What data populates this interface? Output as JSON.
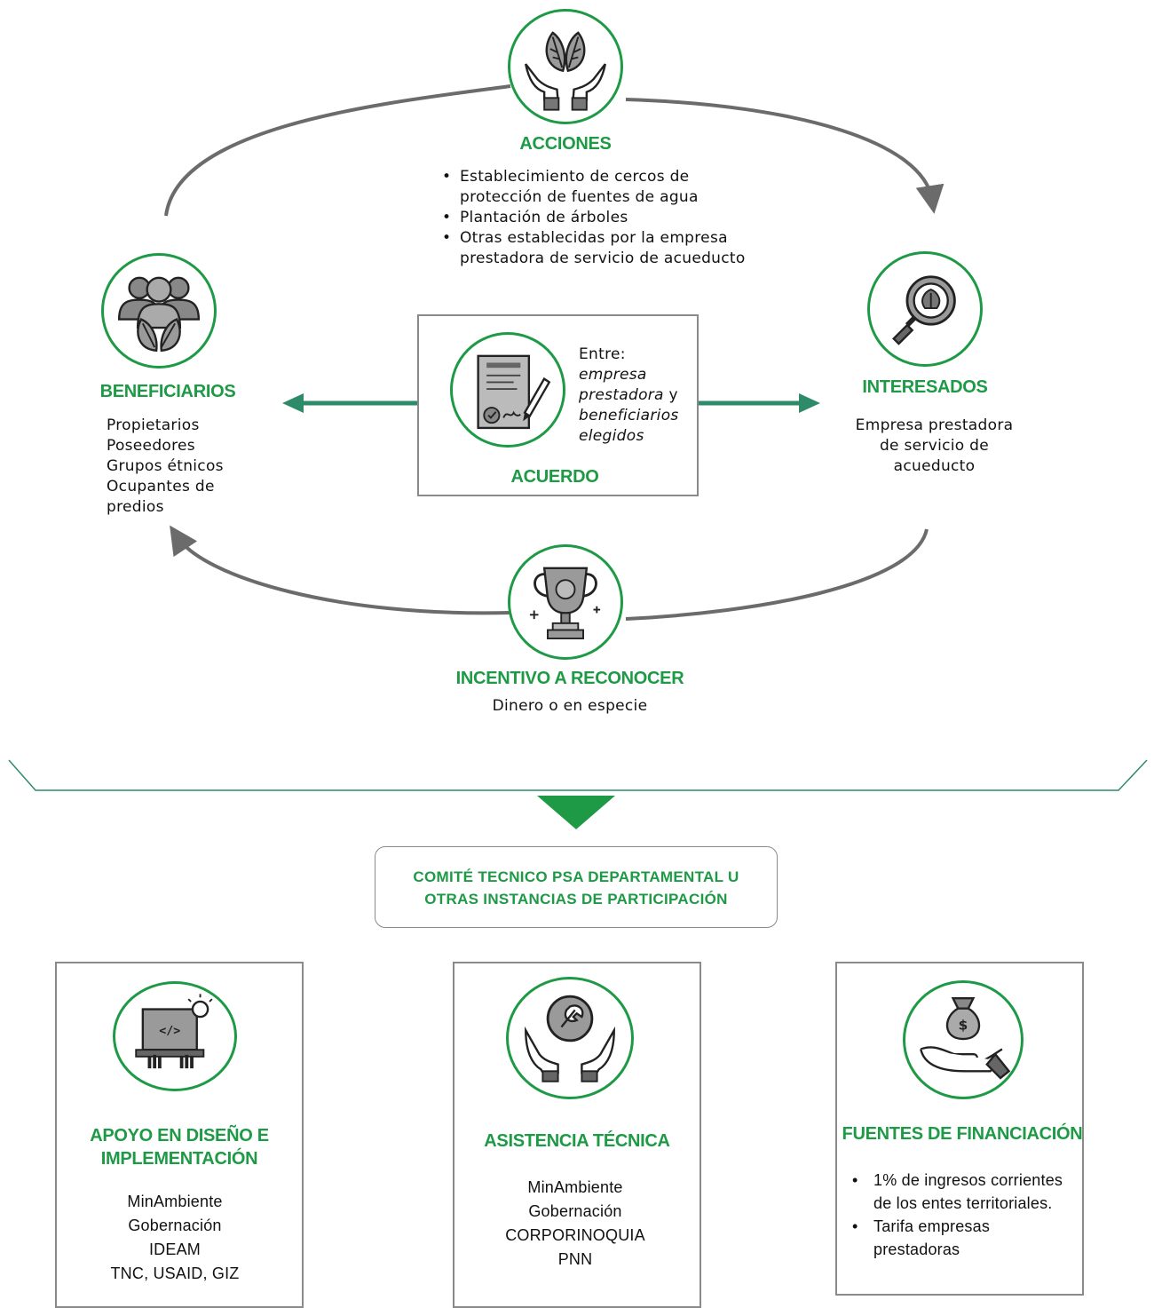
{
  "colors": {
    "accent": "#1e9a46",
    "teal": "#2e8b6a",
    "arrow_gray": "#6b6b6b",
    "box_border": "#8a8a8a"
  },
  "acciones": {
    "title": "ACCIONES",
    "icon": "hands-leaves-icon",
    "items": [
      "Establecimiento de cercos de protección de fuentes de agua",
      "Plantación de árboles",
      "Otras establecidas por la empresa prestadora de servicio de acueducto"
    ]
  },
  "beneficiarios": {
    "title": "BENEFICIARIOS",
    "icon": "people-leaves-icon",
    "items": [
      "Propietarios",
      "Poseedores",
      "Grupos étnicos",
      "Ocupantes de predios"
    ]
  },
  "interesados": {
    "title": "INTERESADOS",
    "icon": "magnifier-leaf-icon",
    "text": "Empresa prestadora de servicio de acueducto"
  },
  "acuerdo": {
    "title": "ACUERDO",
    "icon": "contract-signature-icon",
    "entre": "Entre:",
    "line1": "empresa",
    "line2a": "prestadora",
    "line2b": " y",
    "line3": "beneficiarios",
    "line4": "elegidos"
  },
  "incentivo": {
    "title": "INCENTIVO A RECONOCER",
    "icon": "trophy-icon",
    "text": "Dinero o en especie"
  },
  "comite": {
    "line1": "COMITÉ TECNICO PSA DEPARTAMENTAL U",
    "line2": "OTRAS INSTANCIAS DE PARTICIPACIÓN"
  },
  "apoyo": {
    "title1": "APOYO EN DISEÑO E",
    "title2": "IMPLEMENTACIÓN",
    "icon": "laptop-code-icon",
    "items": [
      "MinAmbiente",
      "Gobernación",
      "IDEAM",
      "TNC, USAID, GIZ"
    ]
  },
  "asistencia": {
    "title": "ASISTENCIA TÉCNICA",
    "icon": "hands-wrench-icon",
    "items": [
      "MinAmbiente",
      "Gobernación",
      "CORPORINOQUIA",
      "PNN"
    ]
  },
  "fuentes": {
    "title": "FUENTES DE FINANCIACIÓN",
    "icon": "hand-money-bag-icon",
    "items": [
      "1% de ingresos corrientes de los entes territoriales.",
      "Tarifa empresas prestadoras"
    ]
  }
}
